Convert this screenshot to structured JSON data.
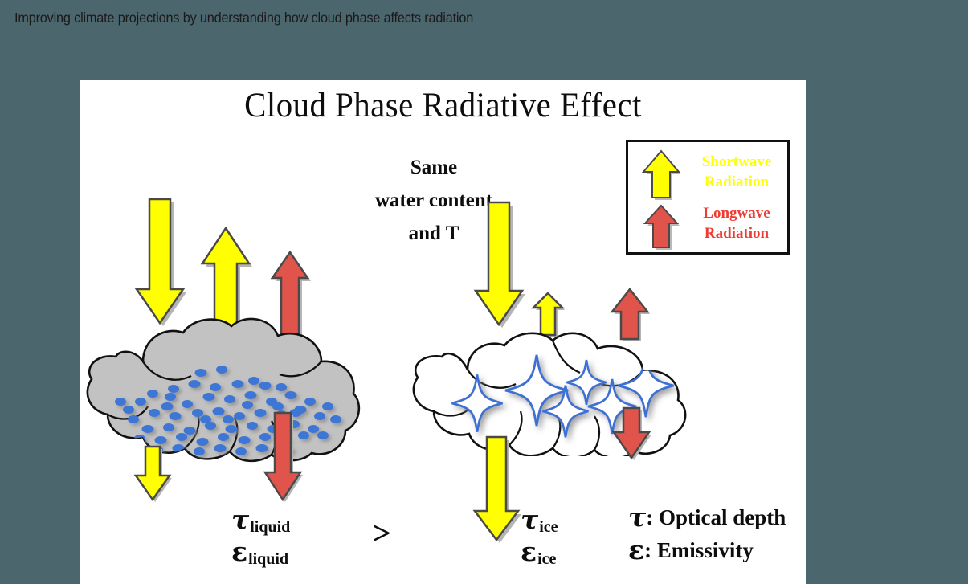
{
  "header": {
    "title": "Improving climate projections by understanding how cloud phase affects radiation",
    "background_color": "#4c666e",
    "text_color": "#1a1a1a"
  },
  "figure": {
    "title": "Cloud Phase Radiative Effect",
    "panel_background": "#ffffff",
    "center_caption": {
      "line1": "Same",
      "line2": "water content",
      "line3": "and T"
    },
    "legend": {
      "border_color": "#111111",
      "entries": [
        {
          "arrow_icon": "up-arrow-icon",
          "arrow_color": "#ffff00",
          "label_line1": "Shortwave",
          "label_line2": "Radiation",
          "label_color": "#ffff00"
        },
        {
          "arrow_icon": "up-arrow-icon",
          "arrow_color": "#e0544c",
          "label_line1": "Longwave",
          "label_line2": "Radiation",
          "label_color": "#ef3b32"
        }
      ]
    },
    "clouds": [
      {
        "id": "liquid-cloud",
        "phase": "liquid",
        "fill_color": "#c2c2c2",
        "outline_color": "#111111",
        "particle_icon": "water-droplet-icon",
        "particle_color": "#3d76d4",
        "particle_count": 76
      },
      {
        "id": "ice-cloud",
        "phase": "ice",
        "fill_color": "#ffffff",
        "outline_color": "#111111",
        "particle_icon": "ice-crystal-icon",
        "particle_color": "#3d6fd4",
        "particle_count": 6
      }
    ],
    "arrows": [
      {
        "id": "liquid-sw-incoming",
        "icon": "down-arrow-icon",
        "color": "#ffff00",
        "direction": "down",
        "magnitude": "large"
      },
      {
        "id": "liquid-sw-reflected",
        "icon": "up-arrow-icon",
        "color": "#ffff00",
        "direction": "up",
        "magnitude": "large"
      },
      {
        "id": "liquid-lw-up",
        "icon": "up-arrow-icon",
        "color": "#e0544c",
        "direction": "up",
        "magnitude": "medium"
      },
      {
        "id": "liquid-sw-transmitted",
        "icon": "down-arrow-icon",
        "color": "#ffff00",
        "direction": "down",
        "magnitude": "small"
      },
      {
        "id": "liquid-lw-down",
        "icon": "down-arrow-icon",
        "color": "#e0544c",
        "direction": "down",
        "magnitude": "large"
      },
      {
        "id": "ice-sw-incoming",
        "icon": "down-arrow-icon",
        "color": "#ffff00",
        "direction": "down",
        "magnitude": "large"
      },
      {
        "id": "ice-sw-reflected",
        "icon": "up-arrow-icon",
        "color": "#ffff00",
        "direction": "up",
        "magnitude": "small"
      },
      {
        "id": "ice-lw-up",
        "icon": "up-arrow-icon",
        "color": "#e0544c",
        "direction": "up",
        "magnitude": "medium"
      },
      {
        "id": "ice-sw-transmitted",
        "icon": "down-arrow-icon",
        "color": "#ffff00",
        "direction": "down",
        "magnitude": "large"
      },
      {
        "id": "ice-lw-down",
        "icon": "down-arrow-icon",
        "color": "#e0544c",
        "direction": "down",
        "magnitude": "small"
      }
    ],
    "symbols": {
      "tau_liquid_glyph": "τ",
      "tau_liquid_sub": "liquid",
      "eps_liquid_glyph": "ɛ",
      "eps_liquid_sub": "liquid",
      "comparison": ">",
      "tau_ice_glyph": "τ",
      "tau_ice_sub": "ice",
      "eps_ice_glyph": "ɛ",
      "eps_ice_sub": "ice",
      "key_tau_glyph": "τ",
      "key_tau_text": ": Optical depth",
      "key_eps_glyph": "ɛ",
      "key_eps_text": ": Emissivity"
    }
  }
}
